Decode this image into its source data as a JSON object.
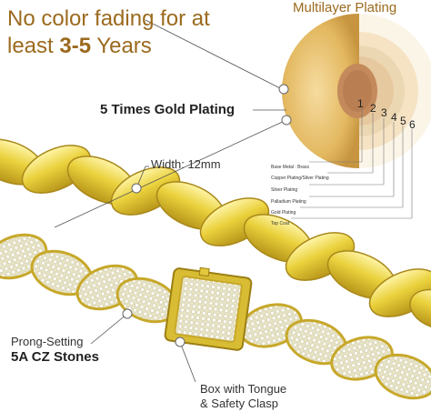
{
  "headline": {
    "line1": "No color fading for at",
    "line2_prefix": "least ",
    "line2_strong": "3-5",
    "line2_suffix": " Years"
  },
  "multilayer_title": "Multilayer Plating",
  "gold_plating_title": "5 Times Gold Plating",
  "width_label": "Width: 12mm",
  "layer_numbers": [
    "1",
    "2",
    "3",
    "4",
    "5",
    "6"
  ],
  "layer_names": [
    "Base Metal : Brass",
    "Copper Plating/Silver Plating",
    "Silver Plating",
    "Palladium Plating",
    "Gold Plating",
    "Top Coat"
  ],
  "prong_label": "Prong-Setting",
  "cz_label": "5A CZ Stones",
  "clasp_label_line1": "Box with Tongue",
  "clasp_label_line2": "& Safety Clasp",
  "colors": {
    "accent_brown": "#9b6a1e",
    "gold": "#e9cf3a",
    "gold_dark": "#b8961a",
    "sphere_outer": "#e3b860",
    "sphere_core": "#c48a5c"
  }
}
